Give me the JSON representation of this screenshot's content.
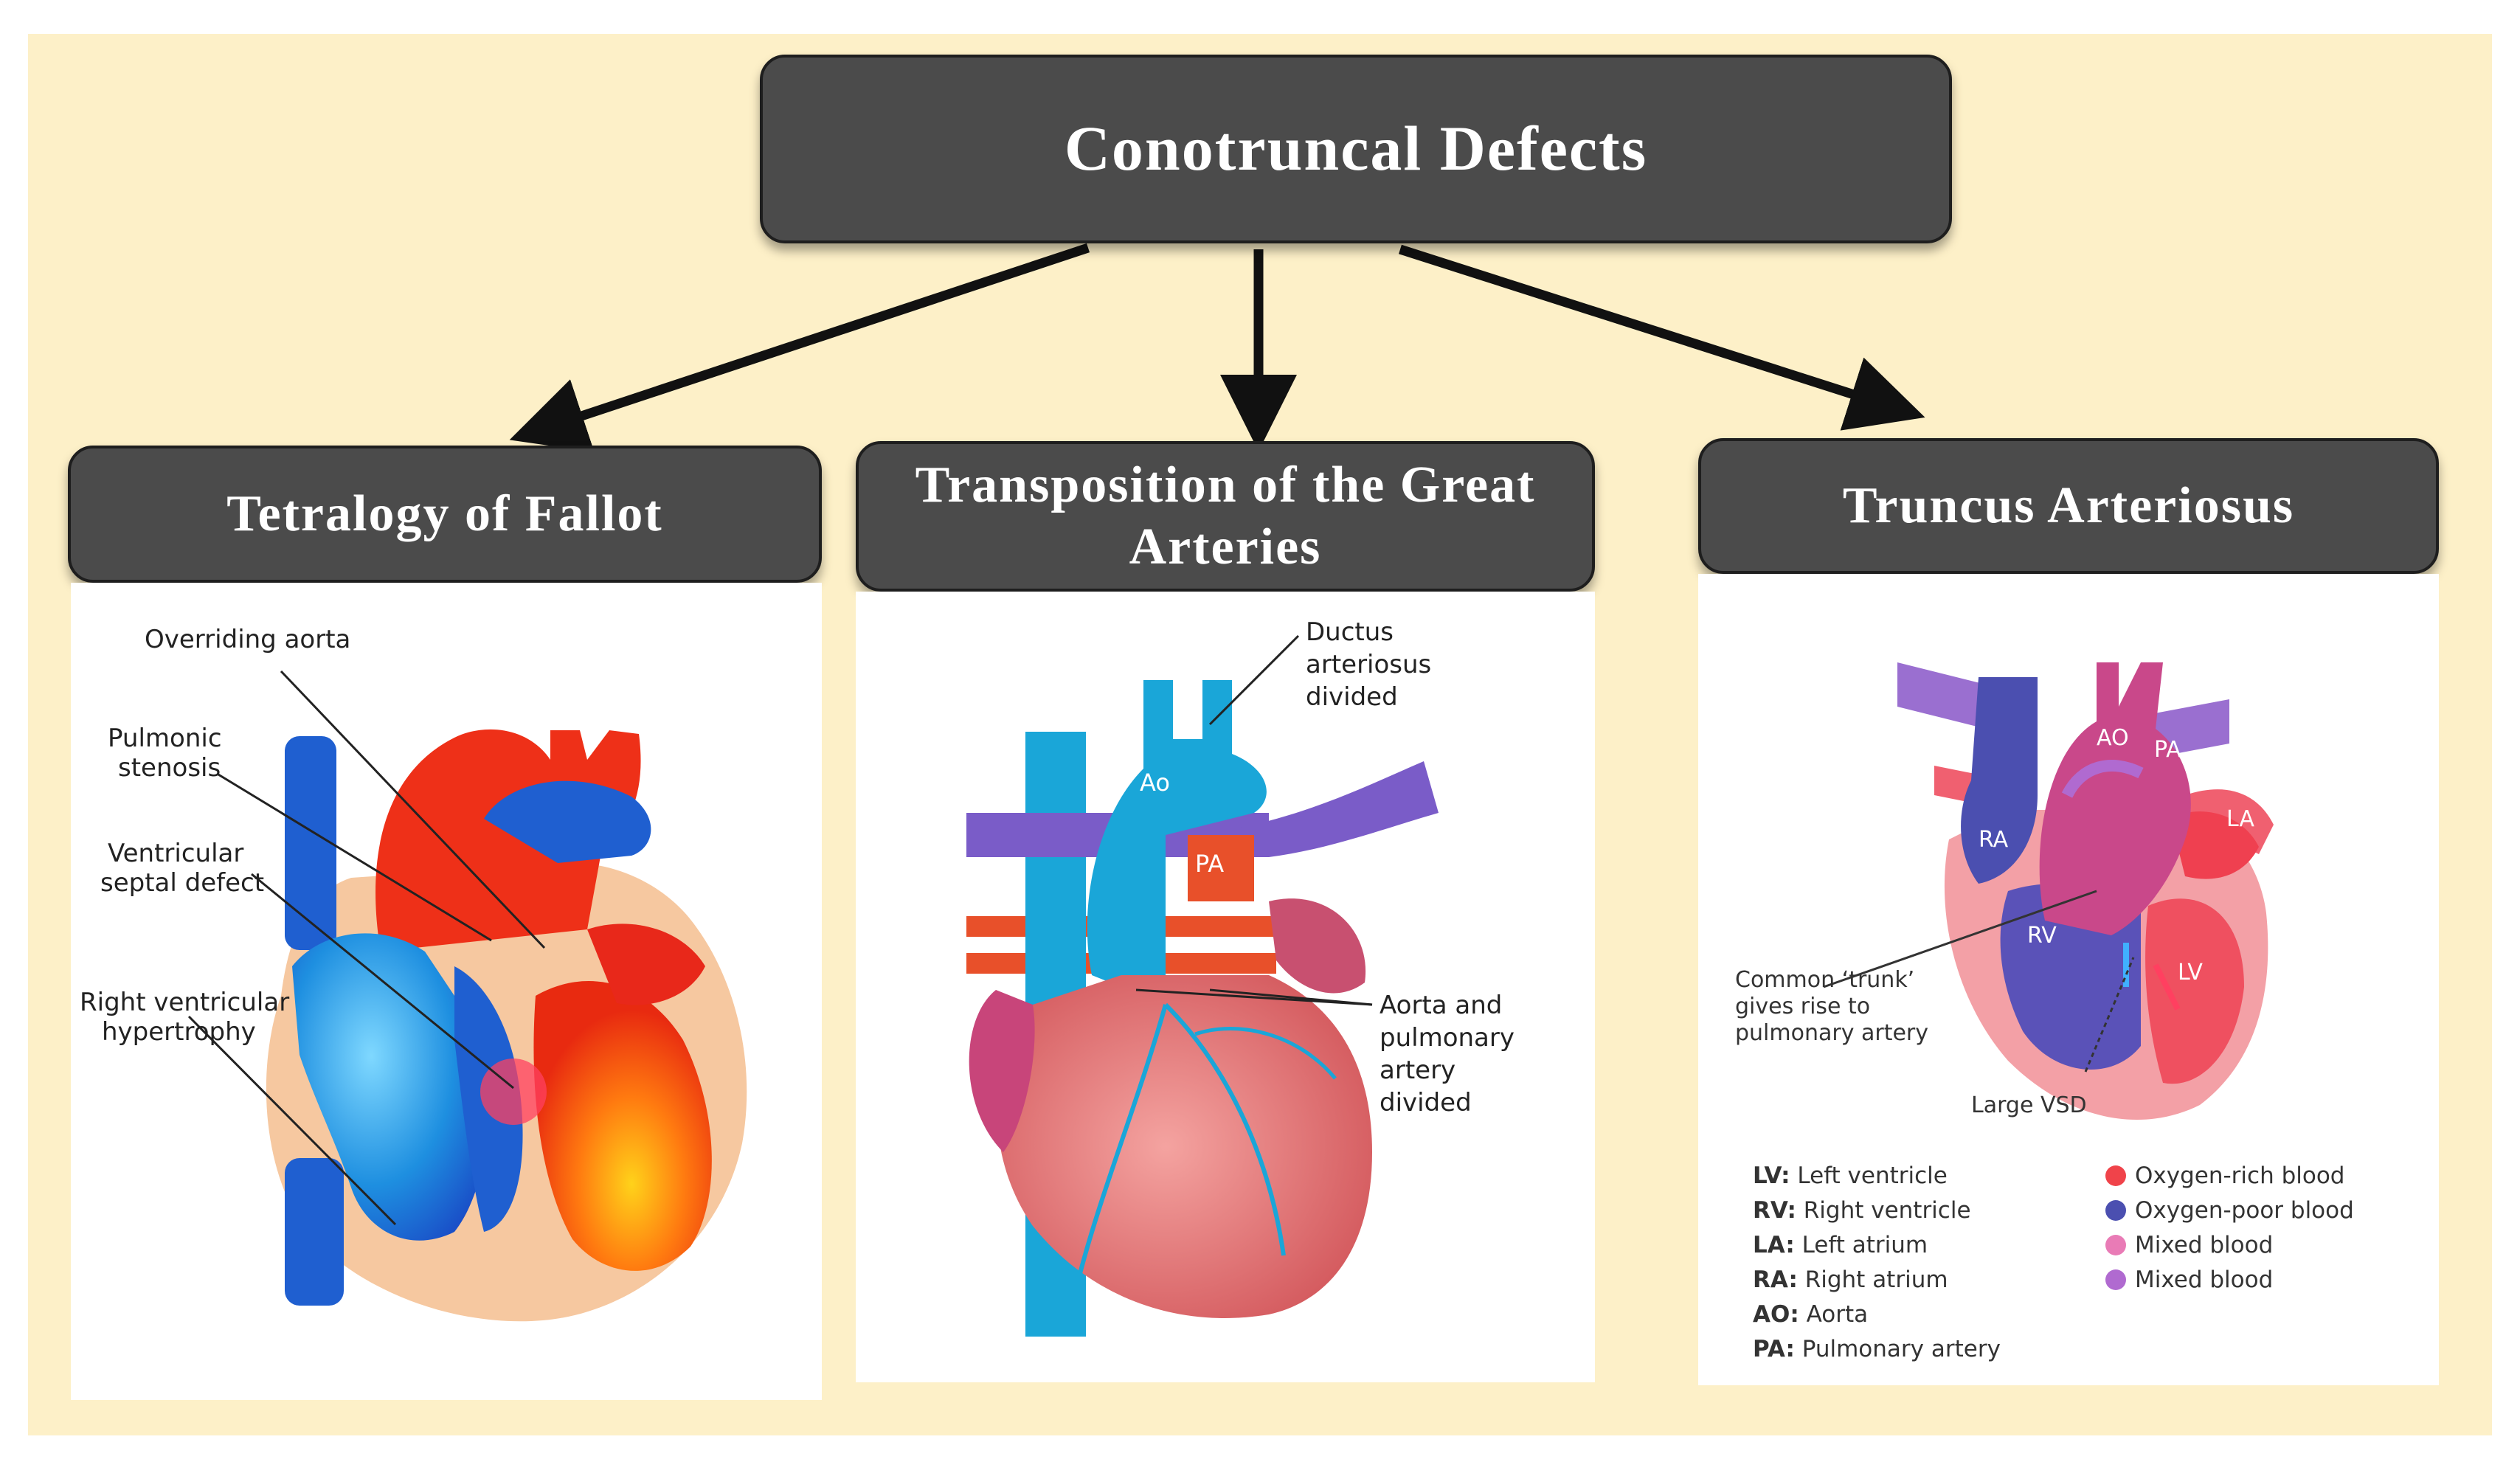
{
  "title": "Conotruncal Defects",
  "categories": [
    {
      "id": "tof",
      "title": "Tetralogy of Fallot",
      "labels": {
        "overriding_aorta": "Overriding aorta",
        "pulmonic_1": "Pulmonic",
        "pulmonic_2": "stenosis",
        "vsd_1": "Ventricular",
        "vsd_2": "septal defect",
        "rvh_1": "Right ventricular",
        "rvh_2": "hypertrophy"
      }
    },
    {
      "id": "tga",
      "title_line1": "Transposition of the Great",
      "title_line2": "Arteries",
      "labels": {
        "ductus_1": "Ductus",
        "ductus_2": "arteriosus",
        "ductus_3": "divided",
        "ao": "Ao",
        "pa": "PA",
        "aorta_1": "Aorta and",
        "aorta_2": "pulmonary",
        "aorta_3": "artery",
        "aorta_4": "divided"
      }
    },
    {
      "id": "ta",
      "title": "Truncus Arteriosus",
      "labels": {
        "ao": "AO",
        "pa": "PA",
        "la": "LA",
        "ra": "RA",
        "rv": "RV",
        "lv": "LV",
        "trunk_1": "Common ‘trunk’",
        "trunk_2": "gives rise to",
        "trunk_3": "pulmonary artery",
        "vsd": "Large VSD"
      },
      "abbreviations": [
        {
          "abbr": "LV:",
          "text": "Left ventricle"
        },
        {
          "abbr": "RV:",
          "text": "Right ventricle"
        },
        {
          "abbr": "LA:",
          "text": "Left atrium"
        },
        {
          "abbr": "RA:",
          "text": "Right atrium"
        },
        {
          "abbr": "AO:",
          "text": "Aorta"
        },
        {
          "abbr": "PA:",
          "text": "Pulmonary artery"
        }
      ],
      "blood_legend": [
        {
          "text": "Oxygen-rich blood",
          "color": "#f0434a"
        },
        {
          "text": "Oxygen-poor blood",
          "color": "#4b4fb0"
        },
        {
          "text": "Mixed blood",
          "color": "#e97bb6"
        },
        {
          "text": "Mixed blood",
          "color": "#b06ad0"
        }
      ]
    }
  ],
  "colors": {
    "background": "#fdf0c8",
    "box_fill": "#4b4b4b",
    "box_text": "#ffffff",
    "arrow": "#111111"
  }
}
